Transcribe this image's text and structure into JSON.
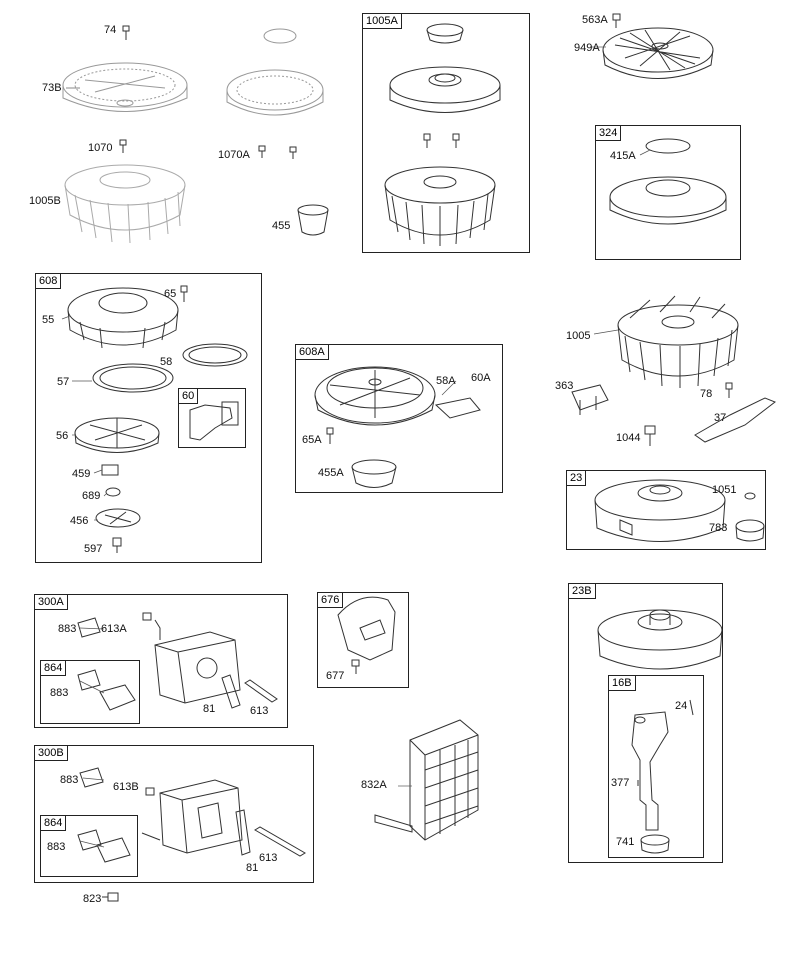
{
  "boxes": {
    "b1005A": "1005A",
    "b324": "324",
    "b608": "608",
    "b60": "60",
    "b608A": "608A",
    "b23": "23",
    "b300A": "300A",
    "b864a": "864",
    "b676": "676",
    "b23B": "23B",
    "b16B": "16B",
    "b300B": "300B",
    "b864b": "864"
  },
  "labels": {
    "l74": "74",
    "l73B": "73B",
    "l1070": "1070",
    "l1070A": "1070A",
    "l1005B": "1005B",
    "l455": "455",
    "l563A": "563A",
    "l949A": "949A",
    "l415A": "415A",
    "l65": "65",
    "l55": "55",
    "l58": "58",
    "l57": "57",
    "l56": "56",
    "l459": "459",
    "l689": "689",
    "l456": "456",
    "l597": "597",
    "l58A": "58A",
    "l60A": "60A",
    "l65A": "65A",
    "l455A": "455A",
    "l1005": "1005",
    "l363": "363",
    "l78": "78",
    "l37": "37",
    "l1044": "1044",
    "l1051": "1051",
    "l783": "783",
    "l883a": "883",
    "l613A": "613A",
    "l883b": "883",
    "l81a": "81",
    "l613a": "613",
    "l677": "677",
    "l832A": "832A",
    "l24": "24",
    "l377": "377",
    "l741": "741",
    "l883c": "883",
    "l613B": "613B",
    "l883d": "883",
    "l81b": "81",
    "l613b": "613",
    "l823": "823"
  }
}
